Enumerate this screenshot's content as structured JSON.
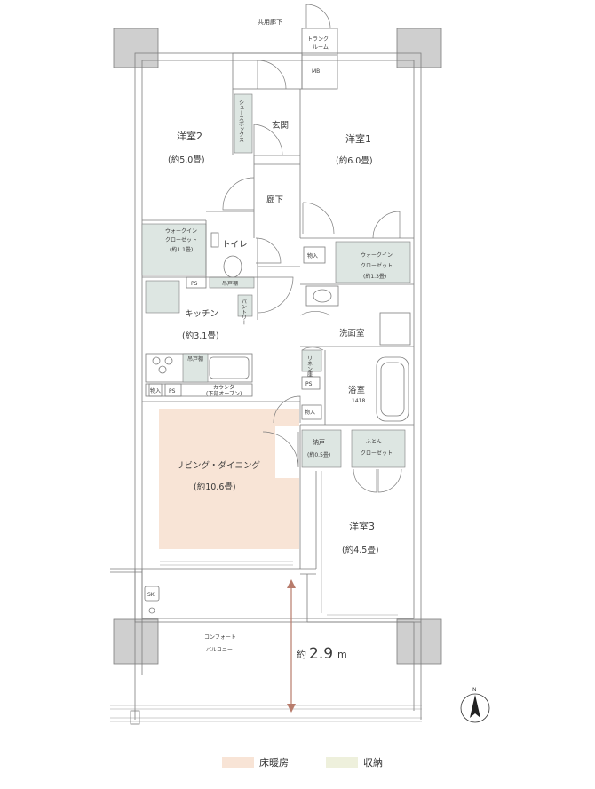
{
  "rooms": {
    "corridor": "共用廊下",
    "trunk_room": "トランクルーム",
    "trunk_room_l1": "トランク",
    "trunk_room_l2": "ルーム",
    "mb": "MB",
    "shoes_box": "シューズボックス",
    "entrance": "玄関",
    "hall": "廊下",
    "western2": "洋室2",
    "western2_size": "(約5.0畳)",
    "western1": "洋室1",
    "western1_size": "(約6.0畳)",
    "wic_left_l1": "ウォークイン",
    "wic_left_l2": "クローゼット",
    "wic_left_size": "(約1.1畳)",
    "wic_right_l1": "ウォークイン",
    "wic_right_l2": "クローゼット",
    "wic_right_size": "(約1.3畳)",
    "toilet": "トイレ",
    "storage_in": "物入",
    "ps": "PS",
    "linen_shelf": "吊戸棚",
    "pantry": "パントリー",
    "kitchen": "キッチン",
    "kitchen_size": "(約3.1畳)",
    "washroom": "洗面室",
    "linen": "リネン庫",
    "bath": "浴室",
    "bath_size": "1418",
    "counter": "カウンター",
    "counter_note": "(下部オープン)",
    "living": "リビング・ダイニング",
    "living_size": "(約10.6畳)",
    "nando": "納戸",
    "nando_size": "(約0.5畳)",
    "futon_l1": "ふとん",
    "futon_l2": "クローゼット",
    "western3": "洋室3",
    "western3_size": "(約4.5畳)",
    "sk": "SK",
    "balcony_l1": "コンフォート",
    "balcony_l2": "バルコニー",
    "depth_prefix": "約",
    "depth_value": "2.9",
    "depth_unit": "m",
    "north": "N"
  },
  "legend": {
    "heated_label": "床暖房",
    "storage_label": "収納",
    "heated_color": "#f8e4d6",
    "storage_color": "#eef0dc"
  },
  "colors": {
    "wall": "#cfcfcf",
    "line": "#7d7d7d",
    "arrow": "#b87c6c"
  }
}
